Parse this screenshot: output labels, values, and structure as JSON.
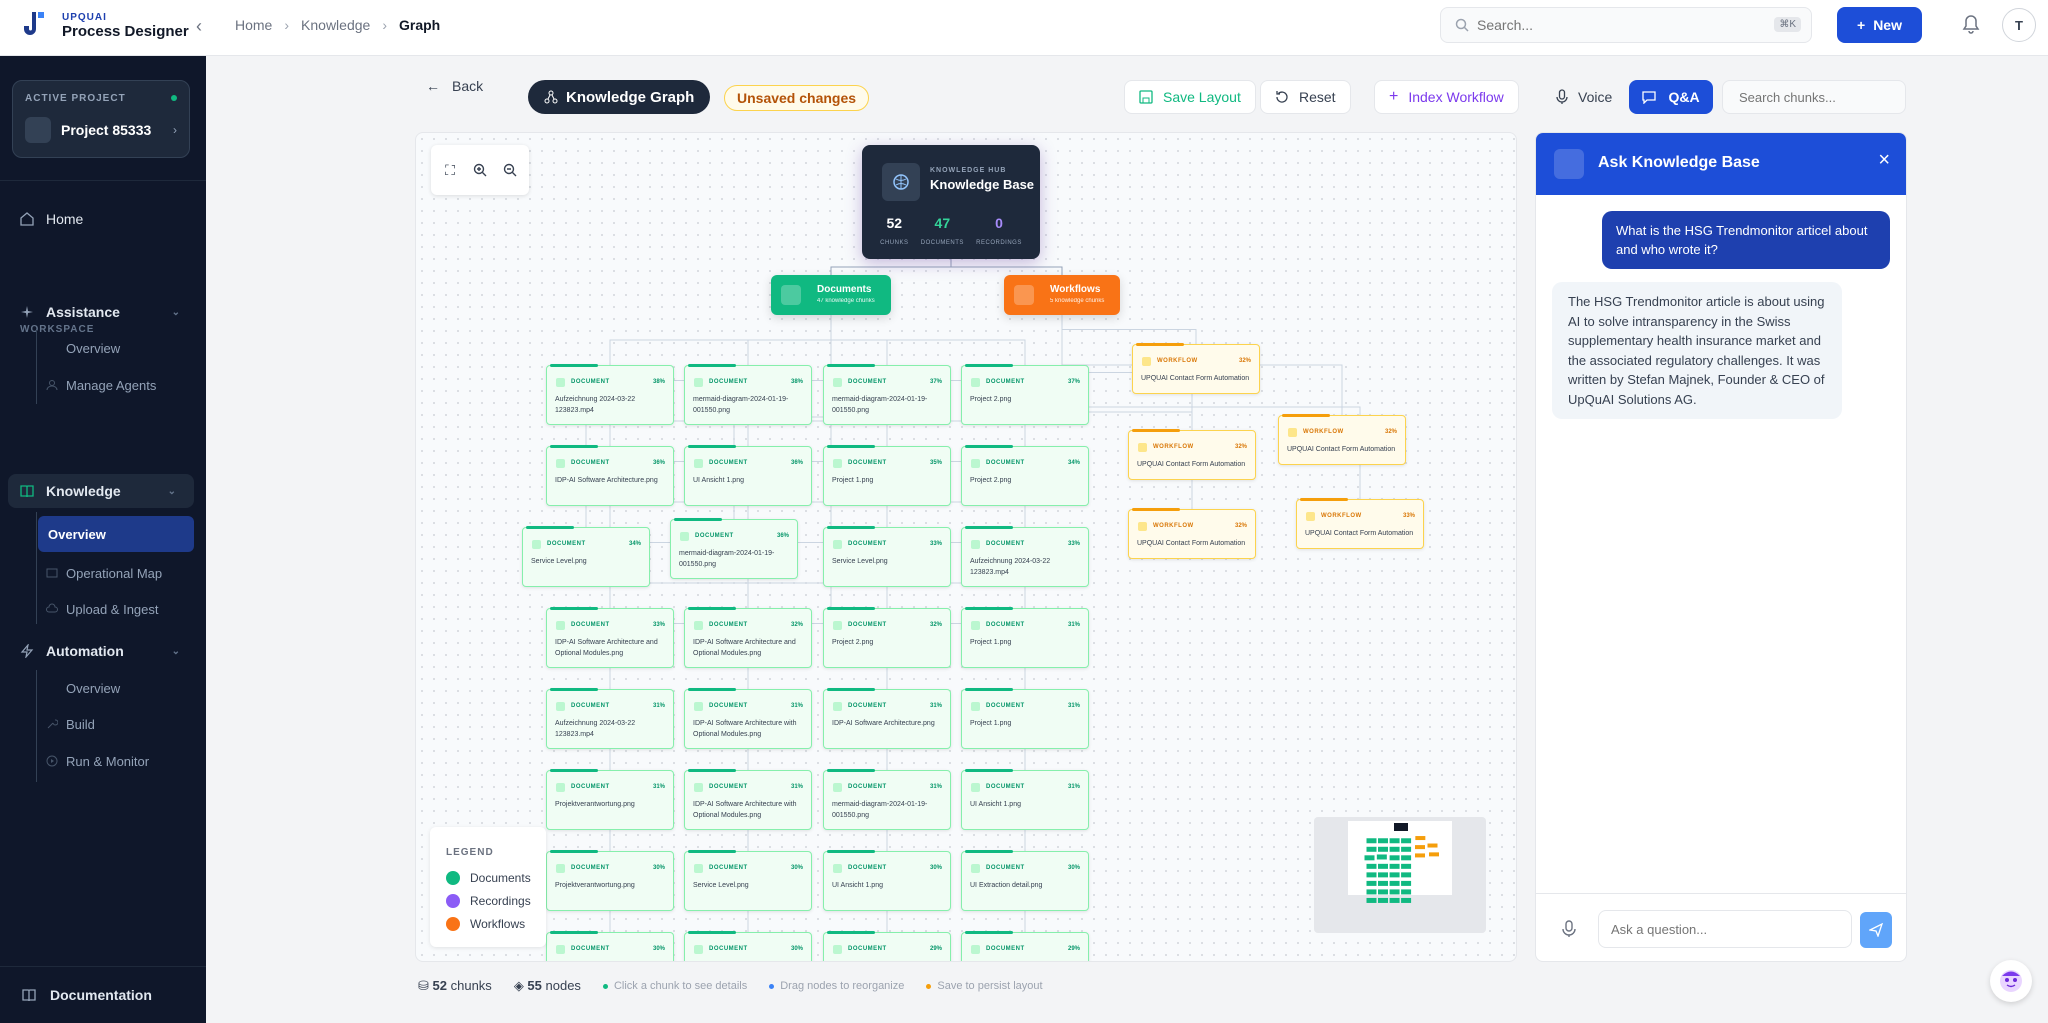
{
  "brand": {
    "small": "UPQUAI",
    "name": "Process Designer"
  },
  "breadcrumb": [
    "Home",
    "Knowledge",
    "Graph"
  ],
  "search": {
    "placeholder": "Search...",
    "shortcut": "⌘K"
  },
  "new_button": "New",
  "user_initial": "T",
  "project": {
    "label": "ACTIVE PROJECT",
    "name": "Project 85333"
  },
  "nav": {
    "home": "Home",
    "workspace_label": "WORKSPACE",
    "assistance": "Assistance",
    "assistance_items": [
      "Overview",
      "Manage Agents"
    ],
    "knowledge": "Knowledge",
    "knowledge_items": [
      "Overview",
      "Operational Map",
      "Upload & Ingest"
    ],
    "automation": "Automation",
    "automation_items": [
      "Overview",
      "Build",
      "Run & Monitor"
    ],
    "documentation": "Documentation"
  },
  "toolbar": {
    "back": "Back",
    "title": "Knowledge Graph",
    "unsaved": "Unsaved changes",
    "save_layout": "Save Layout",
    "reset": "Reset",
    "index_workflow": "Index Workflow",
    "voice": "Voice",
    "qa": "Q&A",
    "chunk_search_placeholder": "Search chunks..."
  },
  "hub": {
    "subtitle": "KNOWLEDGE HUB",
    "title": "Knowledge Base",
    "stats": [
      {
        "value": "52",
        "label": "CHUNKS"
      },
      {
        "value": "47",
        "label": "DOCUMENTS"
      },
      {
        "value": "0",
        "label": "RECORDINGS"
      }
    ]
  },
  "categories": {
    "documents": {
      "title": "Documents",
      "sub": "47 knowledge chunks"
    },
    "workflows": {
      "title": "Workflows",
      "sub": "5 knowledge chunks"
    }
  },
  "doc_type": "DOCUMENT",
  "wf_type": "WORKFLOW",
  "doc_nodes": [
    {
      "name": "Aufzeichnung 2024-03-22 123823.mp4",
      "pct": "38%"
    },
    {
      "name": "mermaid-diagram-2024-01-19-001550.png",
      "pct": "38%"
    },
    {
      "name": "mermaid-diagram-2024-01-19-001550.png",
      "pct": "37%"
    },
    {
      "name": "Project 2.png",
      "pct": "37%"
    },
    {
      "name": "IDP-AI Software Architecture.png",
      "pct": "36%"
    },
    {
      "name": "UI Ansicht 1.png",
      "pct": "36%"
    },
    {
      "name": "Project 1.png",
      "pct": "35%"
    },
    {
      "name": "Project 2.png",
      "pct": "34%"
    },
    {
      "name": "Service Level.png",
      "pct": "34%"
    },
    {
      "name": "mermaid-diagram-2024-01-19-001550.png",
      "pct": "36%"
    },
    {
      "name": "Service Level.png",
      "pct": "33%"
    },
    {
      "name": "Aufzeichnung 2024-03-22 123823.mp4",
      "pct": "33%"
    },
    {
      "name": "IDP-AI Software Architecture and Optional Modules.png",
      "pct": "33%"
    },
    {
      "name": "IDP-AI Software Architecture and Optional Modules.png",
      "pct": "32%"
    },
    {
      "name": "Project 2.png",
      "pct": "32%"
    },
    {
      "name": "Project 1.png",
      "pct": "31%"
    },
    {
      "name": "Aufzeichnung 2024-03-22 123823.mp4",
      "pct": "31%"
    },
    {
      "name": "IDP-AI Software Architecture with Optional Modules.png",
      "pct": "31%"
    },
    {
      "name": "IDP-AI Software Architecture.png",
      "pct": "31%"
    },
    {
      "name": "Project 1.png",
      "pct": "31%"
    },
    {
      "name": "Projektverantwortung.png",
      "pct": "31%"
    },
    {
      "name": "IDP-AI Software Architecture with Optional Modules.png",
      "pct": "31%"
    },
    {
      "name": "mermaid-diagram-2024-01-19-001550.png",
      "pct": "31%"
    },
    {
      "name": "UI Ansicht 1.png",
      "pct": "31%"
    },
    {
      "name": "Projektverantwortung.png",
      "pct": "30%"
    },
    {
      "name": "Service Level.png",
      "pct": "30%"
    },
    {
      "name": "UI Ansicht 1.png",
      "pct": "30%"
    },
    {
      "name": "UI Extraction detail.png",
      "pct": "30%"
    },
    {
      "name": "",
      "pct": "30%"
    },
    {
      "name": "",
      "pct": "30%"
    },
    {
      "name": "",
      "pct": "29%"
    },
    {
      "name": "",
      "pct": "29%"
    }
  ],
  "wf_nodes": [
    {
      "name": "UPQUAI Contact Form Automation",
      "pct": "32%"
    },
    {
      "name": "UPQUAI Contact Form Automation",
      "pct": "32%"
    },
    {
      "name": "UPQUAI Contact Form Automation",
      "pct": "32%"
    },
    {
      "name": "UPQUAI Contact Form Automation",
      "pct": "32%"
    },
    {
      "name": "UPQUAI Contact Form Automation",
      "pct": "33%"
    }
  ],
  "legend": {
    "title": "LEGEND",
    "items": [
      {
        "label": "Documents",
        "color": "#10b981"
      },
      {
        "label": "Recordings",
        "color": "#8b5cf6"
      },
      {
        "label": "Workflows",
        "color": "#f97316"
      }
    ]
  },
  "status": {
    "chunks_value": "52",
    "chunks_label": "chunks",
    "nodes_value": "55",
    "nodes_label": "nodes",
    "hints": [
      "Click a chunk to see details",
      "Drag nodes to reorganize",
      "Save to persist layout"
    ]
  },
  "chat": {
    "title": "Ask Knowledge Base",
    "user_message": "What is the HSG Trendmonitor articel about and who wrote it?",
    "bot_message": "The HSG Trendmonitor article is about using AI to solve intransparency in the Swiss supplementary health insurance market and the associated regulatory challenges. It was written by Stefan Majnek, Founder & CEO of UpQuAI Solutions AG.",
    "input_placeholder": "Ask a question..."
  },
  "colors": {
    "primary": "#1d4ed8",
    "sidebar": "#0f172a",
    "document": "#10b981",
    "workflow": "#f97316",
    "warning": "#f59e0b"
  }
}
